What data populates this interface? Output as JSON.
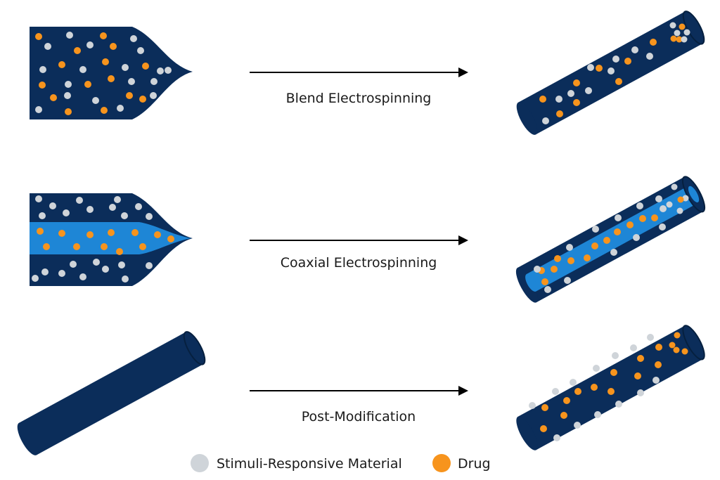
{
  "labels": {
    "blend": "Blend Electrospinning",
    "coaxial": "Coaxial Electrospinning",
    "post": "Post-Modification"
  },
  "legend": {
    "stimuli": "Stimuli-Responsive Material",
    "drug": "Drug"
  },
  "colors": {
    "navy": "#0b2d5a",
    "core_blue": "#1e86d6",
    "drug_orange": "#f7941d",
    "stimuli_gray": "#cfd4d9",
    "arrow": "#000000"
  }
}
